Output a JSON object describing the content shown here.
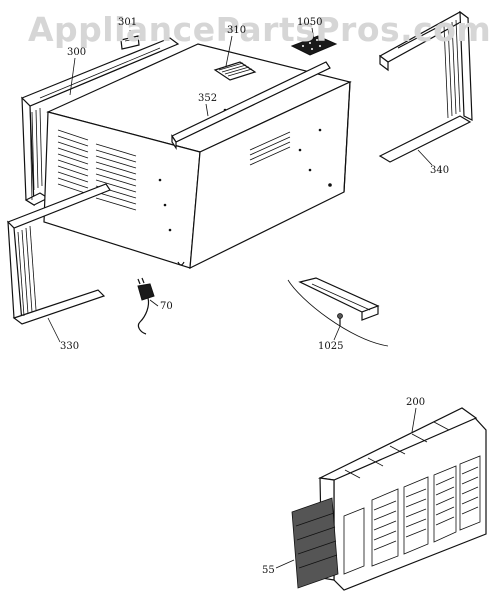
{
  "watermark": "AppliancePartsPros.com",
  "callouts": [
    {
      "id": "301",
      "label": "301"
    },
    {
      "id": "300",
      "label": "300"
    },
    {
      "id": "310",
      "label": "310"
    },
    {
      "id": "1050",
      "label": "1050"
    },
    {
      "id": "352",
      "label": "352"
    },
    {
      "id": "340",
      "label": "340"
    },
    {
      "id": "70",
      "label": "70"
    },
    {
      "id": "330",
      "label": "330"
    },
    {
      "id": "1025",
      "label": "1025"
    },
    {
      "id": "200",
      "label": "200"
    },
    {
      "id": "55",
      "label": "55"
    }
  ]
}
